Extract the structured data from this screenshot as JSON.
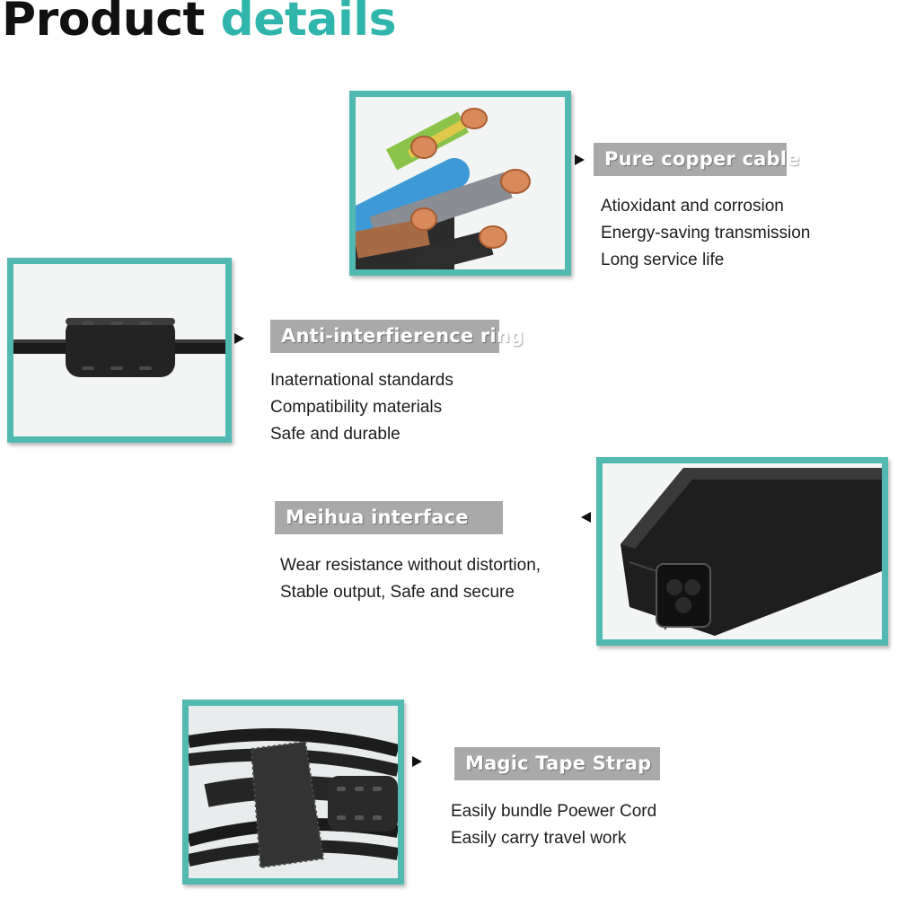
{
  "header": {
    "title_part1": "Product",
    "title_part2": "details"
  },
  "features": [
    {
      "label": "Pure copper cable",
      "lines": [
        "Atioxidant and corrosion",
        "Energy-saving transmission",
        "Long service life"
      ]
    },
    {
      "label": "Anti-interfierence ring",
      "lines": [
        "Inaternational standards",
        "Compatibility materials",
        "Safe and durable"
      ]
    },
    {
      "label": "Meihua interface",
      "lines": [
        "Wear resistance without distortion,",
        "Stable output, Safe and secure"
      ]
    },
    {
      "label": "Magic Tape Strap",
      "lines": [
        "Easily bundle Poewer Cord",
        "Easily carry travel work"
      ]
    }
  ],
  "colors": {
    "accent": "#2fb5ab",
    "frame": "#52b8b2",
    "label_bg": "#a9a9a9"
  }
}
